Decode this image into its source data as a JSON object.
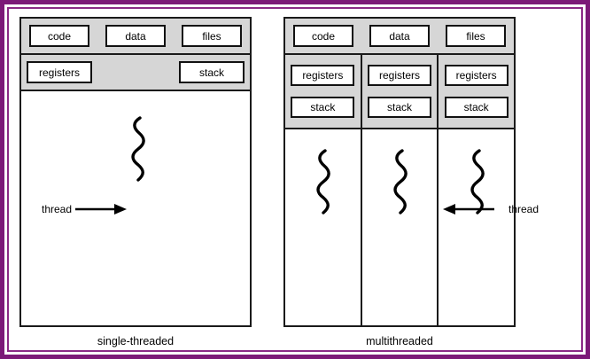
{
  "figure": {
    "frame_outer_color": "#7c1a78",
    "frame_inner_color": "#8b2a86",
    "band_color": "#d6d6d6",
    "line_color": "#1a1a1a"
  },
  "single_threaded": {
    "caption": "single-threaded",
    "shared": [
      {
        "label": "code"
      },
      {
        "label": "data"
      },
      {
        "label": "files"
      }
    ],
    "per_thread": [
      {
        "label": "registers"
      },
      {
        "label": "stack"
      }
    ],
    "annotation": {
      "label": "thread",
      "arrow": "arrow-right"
    }
  },
  "multithreaded": {
    "caption": "multithreaded",
    "shared": [
      {
        "label": "code"
      },
      {
        "label": "data"
      },
      {
        "label": "files"
      }
    ],
    "threads": [
      {
        "registers": "registers",
        "stack": "stack"
      },
      {
        "registers": "registers",
        "stack": "stack"
      },
      {
        "registers": "registers",
        "stack": "stack"
      }
    ],
    "annotation": {
      "label": "thread",
      "arrow": "arrow-left"
    }
  }
}
